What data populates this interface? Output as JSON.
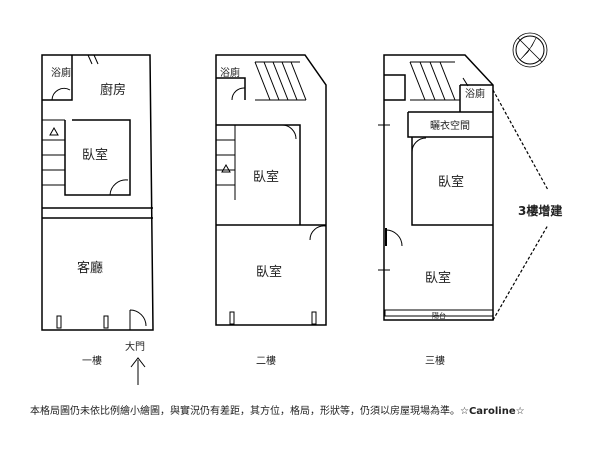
{
  "floors": [
    {
      "label": "一樓",
      "rooms": {
        "bath": "浴廁",
        "kitchen": "廚房",
        "bedroom": "臥室",
        "living": "客廳"
      },
      "entrance": "大門"
    },
    {
      "label": "二樓",
      "rooms": {
        "bath": "浴廁",
        "bedroom_upper": "臥室",
        "bedroom_lower": "臥室"
      }
    },
    {
      "label": "三樓",
      "rooms": {
        "closet": "曬衣空間",
        "bath": "浴廁",
        "bedroom_upper": "臥室",
        "bedroom_lower": "臥室",
        "balcony": "陽台"
      },
      "annotation": "3樓增建"
    }
  ],
  "compass_icon": "compass-icon",
  "arrow_icon": "up-arrow-icon",
  "footer": {
    "note": "本格局圖仍未依比例繪小繪圖，與實況仍有差距，其方位，格局，形狀等，仍須以房屋現場為準。",
    "signature": "☆Caroline☆"
  }
}
